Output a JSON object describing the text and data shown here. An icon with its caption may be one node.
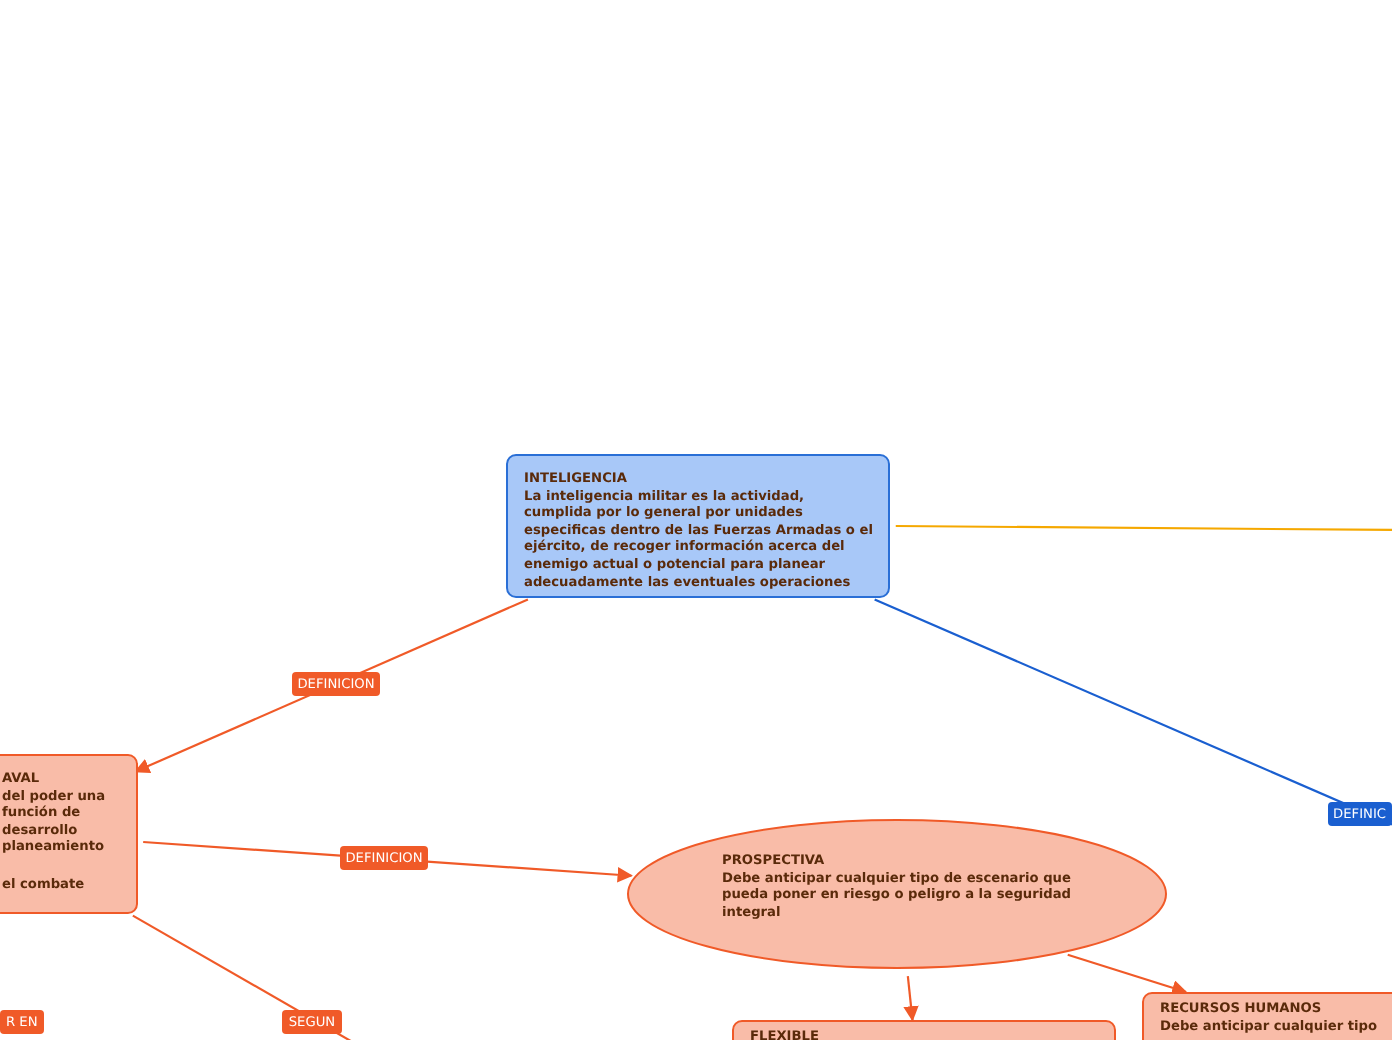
{
  "diagram": {
    "nodes": [
      {
        "text": [
          "INTELIGENCIA",
          "La inteligencia militar es la actividad, cumplida por lo general por unidades especificas dentro de las Fuerzas Armadas o el ejército, de recoger información acerca del enemigo actual o potencial para planear adecuadamente las eventuales operaciones"
        ]
      },
      {
        "text": [
          "AVAL",
          "del poder una función de desarrollo planeamiento",
          "el combate"
        ]
      },
      {
        "text": [
          "PROSPECTIVA",
          "Debe anticipar cualquier tipo de escenario que pueda poner en riesgo o peligro a la seguridad integral"
        ]
      },
      {
        "text": [
          "FLEXIBLE"
        ]
      },
      {
        "text": [
          "RECURSOS HUMANOS",
          "Debe anticipar cualquier tipo"
        ]
      }
    ],
    "edges": [
      {
        "from": 0,
        "to": 1,
        "arrow": "to",
        "label": "DEFINICION"
      },
      {
        "from": 1,
        "to": 2,
        "arrow": "to",
        "label": "DEFINICION"
      },
      {
        "from": 2,
        "to": 3,
        "arrow": "to"
      },
      {
        "from": 2,
        "to": 4,
        "arrow": "to"
      },
      {
        "from": 1,
        "to": null,
        "arrow": "none",
        "label": "SEGUN"
      },
      {
        "from": 0,
        "to": null,
        "arrow": "none",
        "label": "DEFINIC",
        "color": "#1a5fd0"
      },
      {
        "from": 0,
        "to": null,
        "arrow": "none",
        "color": "#f5a800"
      }
    ],
    "labels": [
      "R EN"
    ]
  }
}
